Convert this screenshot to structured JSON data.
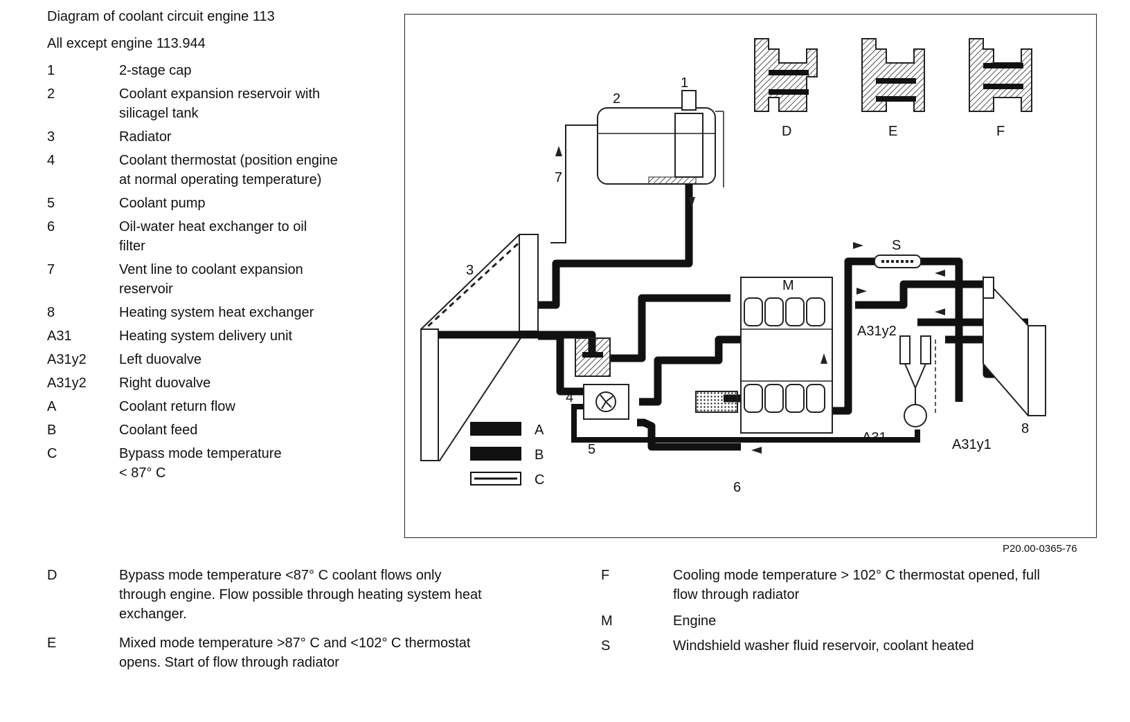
{
  "header": {
    "title": "Diagram of coolant circuit engine 113",
    "subtitle": "All except engine 113.944"
  },
  "legend": [
    {
      "key": "1",
      "lines": [
        "2-stage cap"
      ]
    },
    {
      "key": "2",
      "lines": [
        "Coolant expansion reservoir with",
        "silicagel tank"
      ]
    },
    {
      "key": "3",
      "lines": [
        "Radiator"
      ]
    },
    {
      "key": "4",
      "lines": [
        "Coolant thermostat (position engine",
        "at normal operating temperature)"
      ]
    },
    {
      "key": "5",
      "lines": [
        "Coolant pump"
      ]
    },
    {
      "key": "6",
      "lines": [
        "Oil-water heat exchanger to oil",
        "filter"
      ]
    },
    {
      "key": "7",
      "lines": [
        "Vent line to coolant expansion",
        "reservoir"
      ]
    },
    {
      "key": "8",
      "lines": [
        "Heating system heat exchanger"
      ]
    },
    {
      "key": "A31",
      "lines": [
        "Heating system delivery unit"
      ]
    },
    {
      "key": "A31y2",
      "lines": [
        "Left duovalve"
      ]
    },
    {
      "key": "A31y2",
      "lines": [
        "Right duovalve"
      ]
    },
    {
      "key": "A",
      "lines": [
        "Coolant return flow"
      ]
    },
    {
      "key": "B",
      "lines": [
        "Coolant feed"
      ]
    },
    {
      "key": "C",
      "lines": [
        "Bypass mode temperature",
        "< 87° C"
      ]
    }
  ],
  "figure": {
    "code": "P20.00-0365-76",
    "labels": {
      "n1": "1",
      "n2": "2",
      "n3": "3",
      "n4": "4",
      "n5": "5",
      "n6": "6",
      "n7": "7",
      "n8": "8",
      "M": "M",
      "S": "S",
      "D": "D",
      "E": "E",
      "F": "F",
      "A31": "A31",
      "A31y1": "A31y1",
      "A31y2": "A31y2",
      "keyA": "A",
      "keyB": "B",
      "keyC": "C"
    }
  },
  "descriptions": {
    "left": [
      {
        "key": "D",
        "lines": [
          "Bypass mode temperature <87° C coolant flows only",
          "through engine. Flow possible through heating system heat",
          "exchanger."
        ]
      },
      {
        "key": "E",
        "lines": [
          "Mixed mode temperature >87° C and <102° C thermostat",
          "opens. Start of flow through radiator"
        ]
      }
    ],
    "right": [
      {
        "key": "F",
        "lines": [
          "Cooling mode temperature > 102° C thermostat opened, full",
          "flow through radiator"
        ]
      },
      {
        "key": "M",
        "lines": [
          "Engine"
        ]
      },
      {
        "key": "S",
        "lines": [
          "Windshield washer fluid reservoir, coolant heated"
        ]
      }
    ]
  }
}
